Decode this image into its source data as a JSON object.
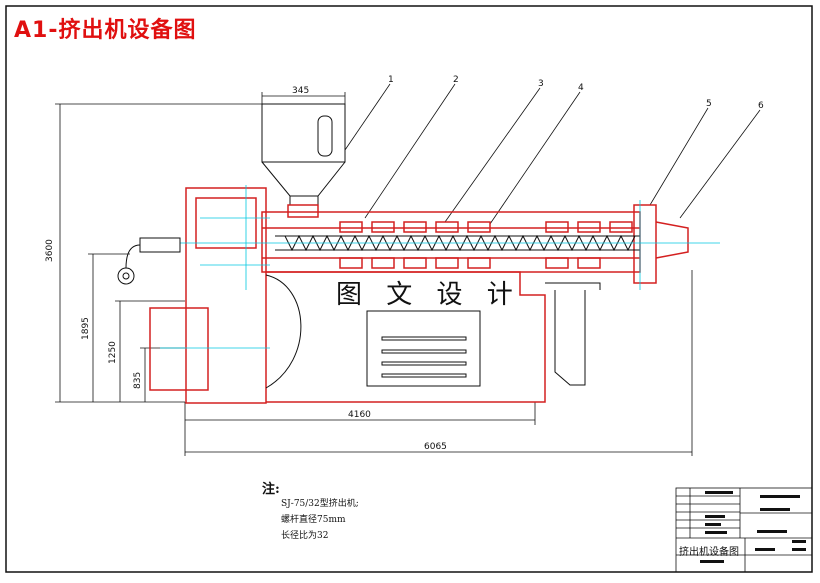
{
  "title": "A1-挤出机设备图",
  "watermark": "图 文 设 计",
  "callouts": [
    "1",
    "2",
    "3",
    "4",
    "5",
    "6"
  ],
  "dimensions": {
    "top": "345",
    "height_total": "3600",
    "height_mid": "1895",
    "height_low": "1250",
    "height_base": "835",
    "width_mid": "4160",
    "width_total": "6065"
  },
  "notes": {
    "heading": "注:",
    "lines": [
      "SJ-75/32型挤出机;",
      "螺杆直径75mm",
      "长径比为32"
    ]
  },
  "title_block": {
    "drawing_name": "挤出机设备图"
  },
  "colors": {
    "machine": "#d42020",
    "cyan": "#00c8e0",
    "ink": "#111111"
  }
}
